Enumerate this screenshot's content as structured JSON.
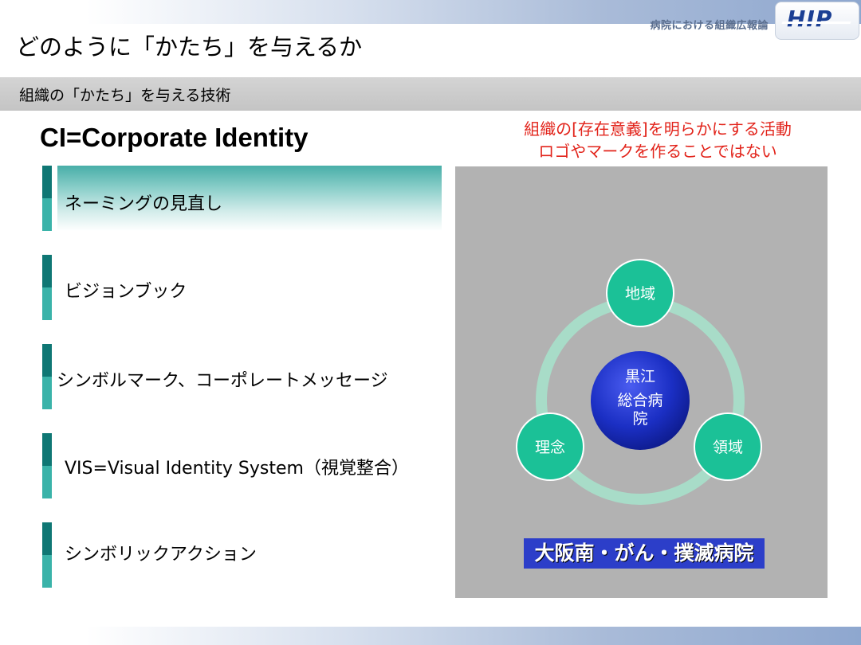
{
  "header": {
    "org_title": "病院における組織広報論",
    "logo_text": "HIP"
  },
  "title": "どのように「かたち」を与えるか",
  "subtitle": "組織の「かたち」を与える技術",
  "ci_title": "CI=Corporate Identity",
  "note": {
    "line1": "組織の[存在意義]を明らかにする活動",
    "line2": "ロゴやマークを作ることではない",
    "color": "#e2231a"
  },
  "items": [
    {
      "label": "ネーミングの見直し",
      "highlighted": true
    },
    {
      "label": "ビジョンブック"
    },
    {
      "label": "シンボルマーク、コーポレートメッセージ"
    },
    {
      "label": "VIS=Visual Identity System（視覚整合）"
    },
    {
      "label": "シンボリックアクション"
    }
  ],
  "diagram": {
    "center_line1": "黒江",
    "center_line2": "総合病",
    "center_line3": "院",
    "node_top": "地域",
    "node_left": "理念",
    "node_right": "領域",
    "bottom_label": "大阪南・がん・撲滅病院",
    "colors": {
      "node": "#1bc197",
      "ring": "#a8dcc8",
      "center": "#1b2fc4",
      "panel": "#b2b2b2"
    }
  }
}
